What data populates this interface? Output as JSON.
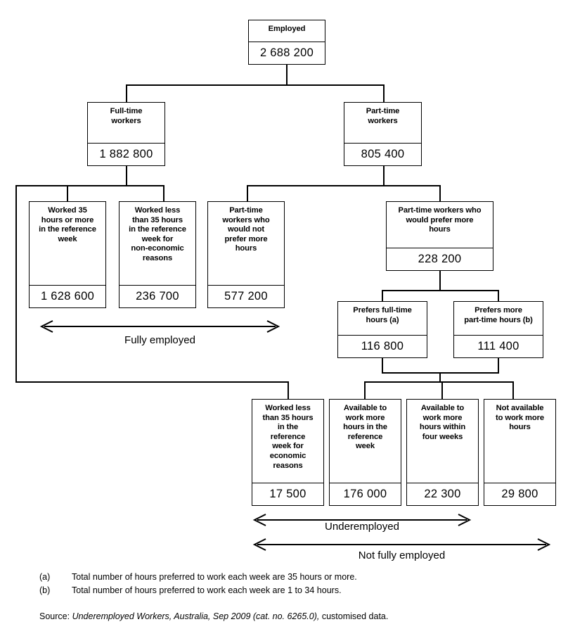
{
  "diagram": {
    "title": "Employment and underemployment flow chart",
    "nodes": {
      "employed": {
        "label": "Employed",
        "value": "2 688 200"
      },
      "full_time": {
        "label": "Full-time\nworkers",
        "value": "1 882 800"
      },
      "part_time": {
        "label": "Part-time\nworkers",
        "value": "805 400"
      },
      "worked35plus": {
        "label": "Worked 35\nhours or more\nin the reference\nweek",
        "value": "1 628 600"
      },
      "worked_less_non": {
        "label": "Worked less\nthan 35 hours\nin the reference\nweek for\nnon-economic\nreasons",
        "value": "236 700"
      },
      "pt_not_prefer": {
        "label": "Part-time\nworkers who\nwould not\nprefer more\nhours",
        "value": "577 200"
      },
      "pt_prefer": {
        "label": "Part-time workers who\nwould prefer more\nhours",
        "value": "228 200"
      },
      "prefers_ft": {
        "label": "Prefers full-time\nhours (a)",
        "value": "116 800"
      },
      "prefers_pt": {
        "label": "Prefers more\npart-time hours (b)",
        "value": "111 400"
      },
      "worked_less_eco": {
        "label": "Worked less\nthan 35 hours\nin the\nreference\nweek for\neconomic\nreasons",
        "value": "17 500"
      },
      "avail_ref_week": {
        "label": "Available to\nwork more\nhours in the\nreference\nweek",
        "value": "176 000"
      },
      "avail_four_wk": {
        "label": "Available to\nwork more\nhours within\nfour weeks",
        "value": "22 300"
      },
      "not_available": {
        "label": "Not available\nto work more\nhours",
        "value": "29 800"
      }
    },
    "span_arrows": {
      "fully_employed": {
        "label": "Fully employed"
      },
      "underemployed": {
        "label": "Underemployed"
      },
      "not_fully_employed": {
        "label": "Not fully employed"
      }
    }
  },
  "footnotes": [
    {
      "marker": "(a)",
      "text": "Total number of hours preferred to work each week are 35 hours or more."
    },
    {
      "marker": "(b)",
      "text": "Total number of hours preferred to work each week are 1 to 34 hours."
    }
  ],
  "source": {
    "prefix": "Source:",
    "italic": " Underemployed Workers, Australia, Sep 2009 (cat. no. 6265.0),",
    "suffix": " customised data."
  },
  "colors": {
    "stroke": "#000000",
    "background": "#ffffff",
    "text": "#000000"
  }
}
